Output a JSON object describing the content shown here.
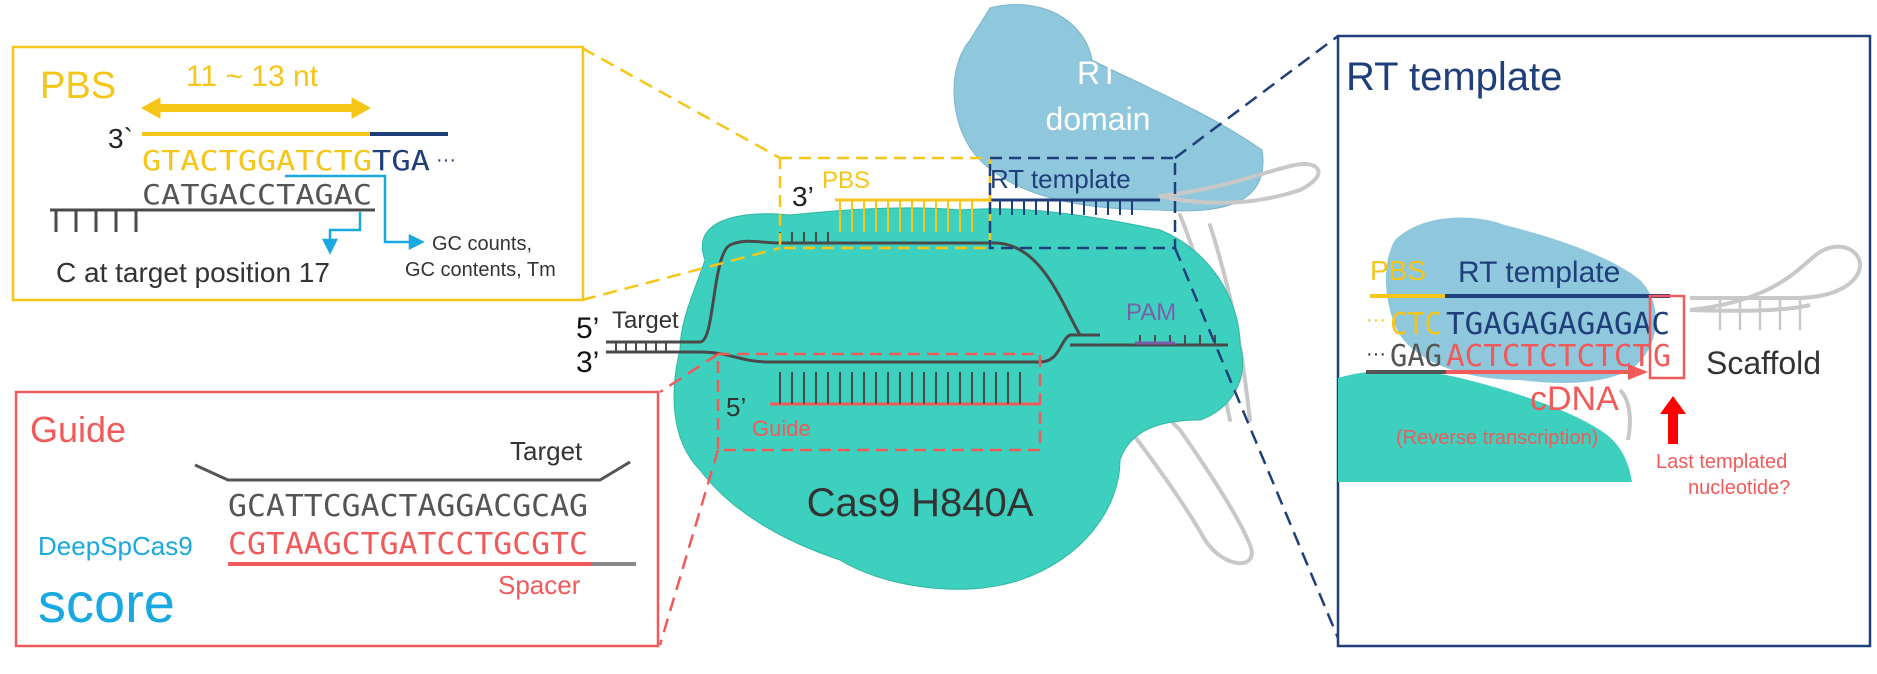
{
  "center": {
    "enzyme_label": "Cas9 H840A",
    "rt_domain": [
      "RT",
      "domain"
    ],
    "pbs_label": "PBS",
    "rt_template_label": "RT template",
    "pam_label": "PAM",
    "guide_label": "Guide",
    "target_label": "Target",
    "five_prime_target": "5’",
    "three_prime_target": "3’",
    "three_prime_pbs": "3’",
    "five_prime_guide": "5’"
  },
  "pbs_panel": {
    "title": "PBS",
    "length": "11 ~ 13 nt",
    "three_prime": "3`",
    "pbs_seq": "GTACTGGATCTG",
    "rt_seq": "TGA",
    "ellipsis": "···",
    "target_seq": "CATGACCTAGAC",
    "note_position": "C at target position 17",
    "note_gc_1": "GC counts,",
    "note_gc_2": "GC contents, Tm"
  },
  "guide_panel": {
    "title": "Guide",
    "target_label": "Target",
    "target_seq": "GCATTCGACTAGGACGCAG",
    "spacer_seq": "CGTAAGCTGATCCTGCGTC",
    "spacer_label": "Spacer",
    "deep_label": "DeepSpCas9",
    "score_label": "score"
  },
  "rt_panel": {
    "title": "RT template",
    "pbs_label": "PBS",
    "rt_label": "RT template",
    "top_prefix": "···",
    "top_pbs": "CTC",
    "top_rt": "TGAGAGAGAGAC",
    "bottom_prefix": "···",
    "bottom_black": "GAG",
    "bottom_red": "ACTCTCTCTCT",
    "last_nt": "G",
    "cdna_label": "cDNA",
    "rt_note": "(Reverse transcription)",
    "scaffold_label": "Scaffold",
    "last_templated_1": "Last templated",
    "last_templated_2": "nucleotide?"
  },
  "colors": {
    "yellow": "#F5C518",
    "navy": "#1F3F7A",
    "red": "#F05A5A",
    "cyan": "#1AA8E0",
    "teal": "#3DD0BE",
    "rt_blue": "#8FC8DC",
    "purple": "#7A5FA8",
    "dark": "#4A4A4A",
    "scaffold_gray": "#C8C8C8"
  }
}
